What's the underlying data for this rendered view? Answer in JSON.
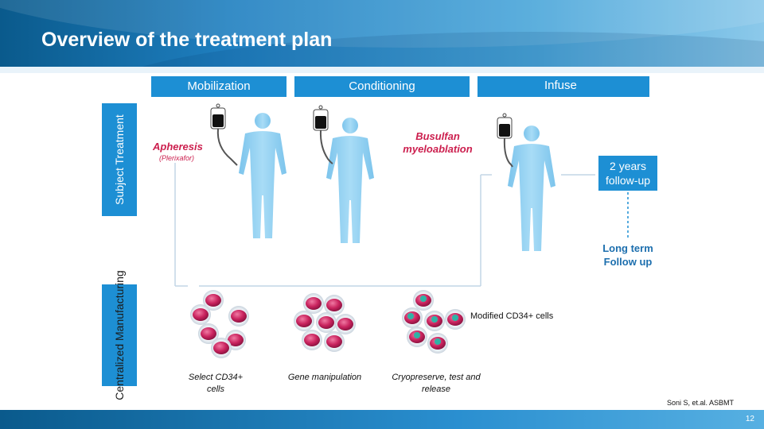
{
  "title": "Overview of the treatment plan",
  "phases": {
    "mobilization": "Mobilization",
    "conditioning": "Conditioning",
    "infuse": "Infuse"
  },
  "side_labels": {
    "subject": "Subject Treatment",
    "manufacturing": "Centralized Manufacturing"
  },
  "annotations": {
    "apheresis": "Apheresis",
    "plerixafor": "(Plerixafor)",
    "busulfan": "Busulfan myeloablation",
    "followup": "2 years follow-up",
    "long_term": "Long term Follow up"
  },
  "steps": {
    "select": "Select CD34+ cells",
    "gene": "Gene manipulation",
    "cryo": "Cryopreserve, test and release",
    "modified": "Modified CD34+ cells"
  },
  "citation": "Soni S, et.al. ASBMT",
  "page_number": "12",
  "colors": {
    "accent": "#1d8fd4",
    "header": "#0a5a8c",
    "annotation_red": "#cc1f4e",
    "body_blue": "#8fd0f2",
    "cell_pink": "#c9235e"
  }
}
